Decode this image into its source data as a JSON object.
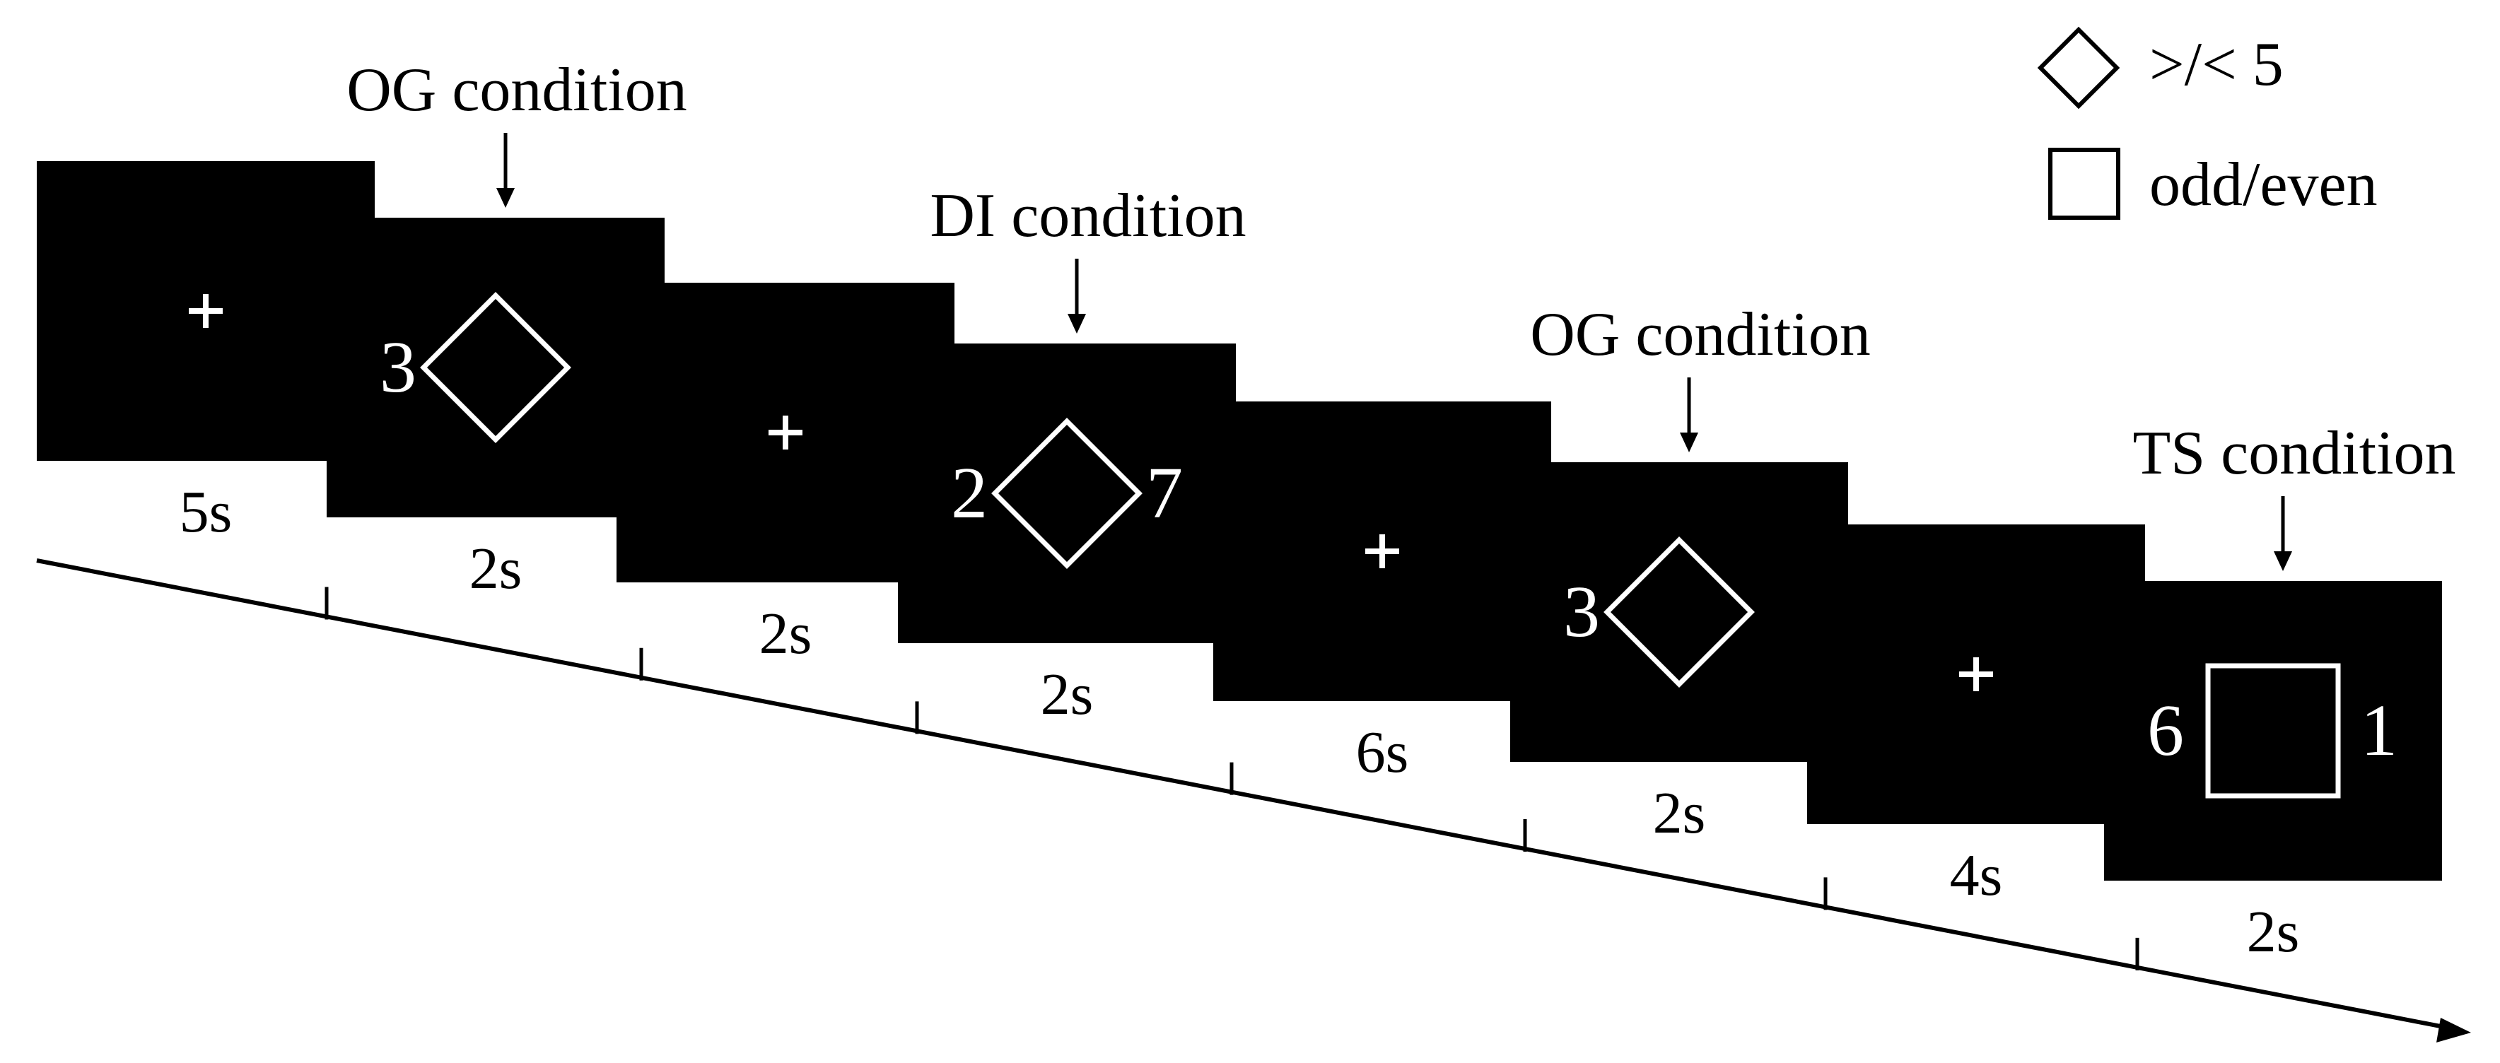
{
  "legend": [
    {
      "shape": "diamond",
      "label": ">/< 5"
    },
    {
      "shape": "square",
      "label": "odd/even"
    }
  ],
  "trials": [
    {
      "screen": "fixation",
      "symbol": "+",
      "duration": "5s"
    },
    {
      "screen": "stimulus",
      "shape": "diamond",
      "left_digit": "3",
      "right_digit": "",
      "duration": "2s",
      "condition": "OG condition"
    },
    {
      "screen": "fixation",
      "symbol": "+",
      "duration": "2s"
    },
    {
      "screen": "stimulus",
      "shape": "diamond",
      "left_digit": "2",
      "right_digit": "7",
      "duration": "2s",
      "condition": "DI condition"
    },
    {
      "screen": "fixation",
      "symbol": "+",
      "duration": "6s"
    },
    {
      "screen": "stimulus",
      "shape": "diamond",
      "left_digit": "3",
      "right_digit": "",
      "duration": "2s",
      "condition": "OG condition"
    },
    {
      "screen": "fixation",
      "symbol": "+",
      "duration": "4s"
    },
    {
      "screen": "stimulus",
      "shape": "square",
      "left_digit": "6",
      "right_digit": "1",
      "duration": "2s",
      "condition": "TS condition"
    }
  ],
  "colors": {
    "screen": "#000000",
    "stimulus": "#ffffff",
    "ink": "#000000"
  }
}
